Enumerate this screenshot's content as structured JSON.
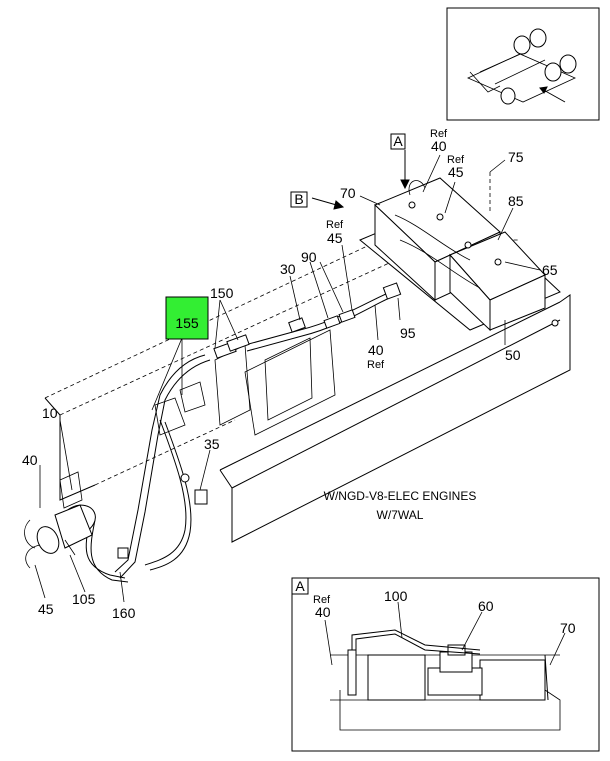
{
  "callouts": {
    "c155": "155",
    "c150": "150",
    "c10": "10",
    "c40_left": "40",
    "c45_left": "45",
    "c105": "105",
    "c160": "160",
    "c35": "35",
    "c30": "30",
    "c90": "90",
    "c45_mid": "45",
    "ref_45_mid": "Ref",
    "c40_mid": "40",
    "ref_40_mid": "Ref",
    "c95": "95",
    "c50": "50",
    "c65": "65",
    "c85": "85",
    "c75": "75",
    "c70": "70",
    "c40_top": "40",
    "ref_40_top": "Ref",
    "c45_top": "45",
    "ref_45_top": "Ref",
    "view_a": "A",
    "view_b": "B"
  },
  "note": {
    "line1": "W/NGD-V8-ELEC ENGINES",
    "line2": "W/7WAL"
  },
  "detail_a": {
    "tag": "A",
    "ref": "Ref",
    "c40": "40",
    "c100": "100",
    "c60": "60",
    "c70": "70"
  },
  "colors": {
    "highlight": "#33ee33"
  }
}
